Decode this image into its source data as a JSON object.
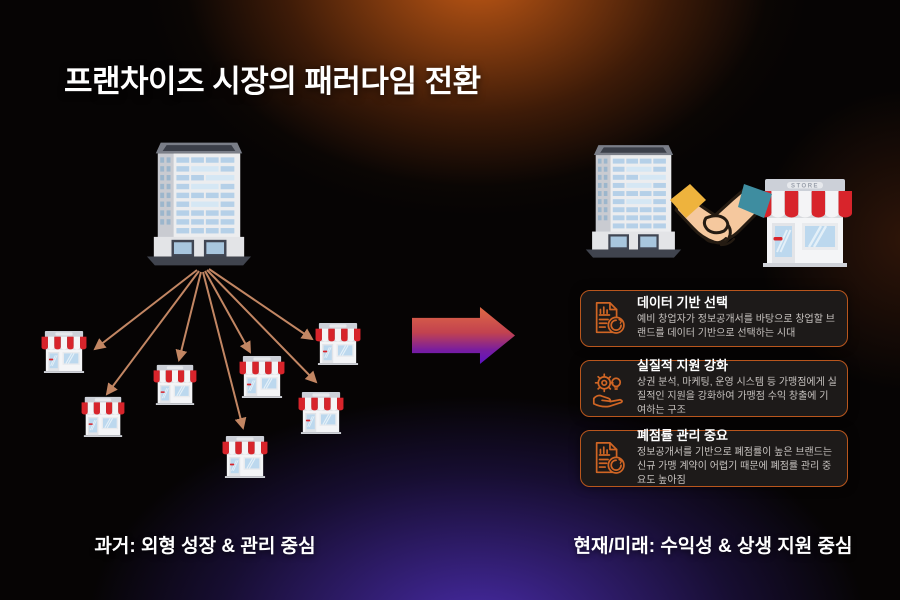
{
  "title": "프랜차이즈 시장의 패러다임 전환",
  "left_panel": {
    "caption": "과거: 외형 성장 & 관리 중심",
    "illustrations": [
      "headquarters-building",
      "franchise-store x7"
    ],
    "connector_arrows": 7
  },
  "right_panel": {
    "caption": "현재/미래: 수익성 & 상생 지원 중심",
    "store_sign": "STORE",
    "illustrations": [
      "headquarters-building",
      "handshake",
      "franchise-store"
    ],
    "cards": [
      {
        "icon": "report-chart-icon",
        "title": "데이터 기반 선택",
        "body": "예비 창업자가 정보공개서를 바탕으로 창업할 브랜드를 데이터 기반으로 선택하는 시대"
      },
      {
        "icon": "hand-gear-bulb-icon",
        "title": "실질적 지원 강화",
        "body": "상권 분석, 마케팅, 운영 시스템 등 가맹점에게 실질적인 지원을 강화하여 가맹점 수익 창출에 기여하는 구조"
      },
      {
        "icon": "report-chart-icon",
        "title": "폐점률 관리 중요",
        "body": "정보공개서를 기반으로 폐점률이 높은 브랜드는 신규 가맹 계약이 어렵기 때문에 폐점률 관리 중요도 높아짐"
      }
    ]
  },
  "colors": {
    "accent_orange": "#b9561d",
    "glow_top": "#c95c16",
    "glow_bottom": "#5432c4",
    "connector_arrow": "#c28663",
    "gradient_arrow_top": "#e06a45",
    "gradient_arrow_bottom": "#5c12c6",
    "awning_red": "#d8242b",
    "card_background": "#1d1a19"
  }
}
